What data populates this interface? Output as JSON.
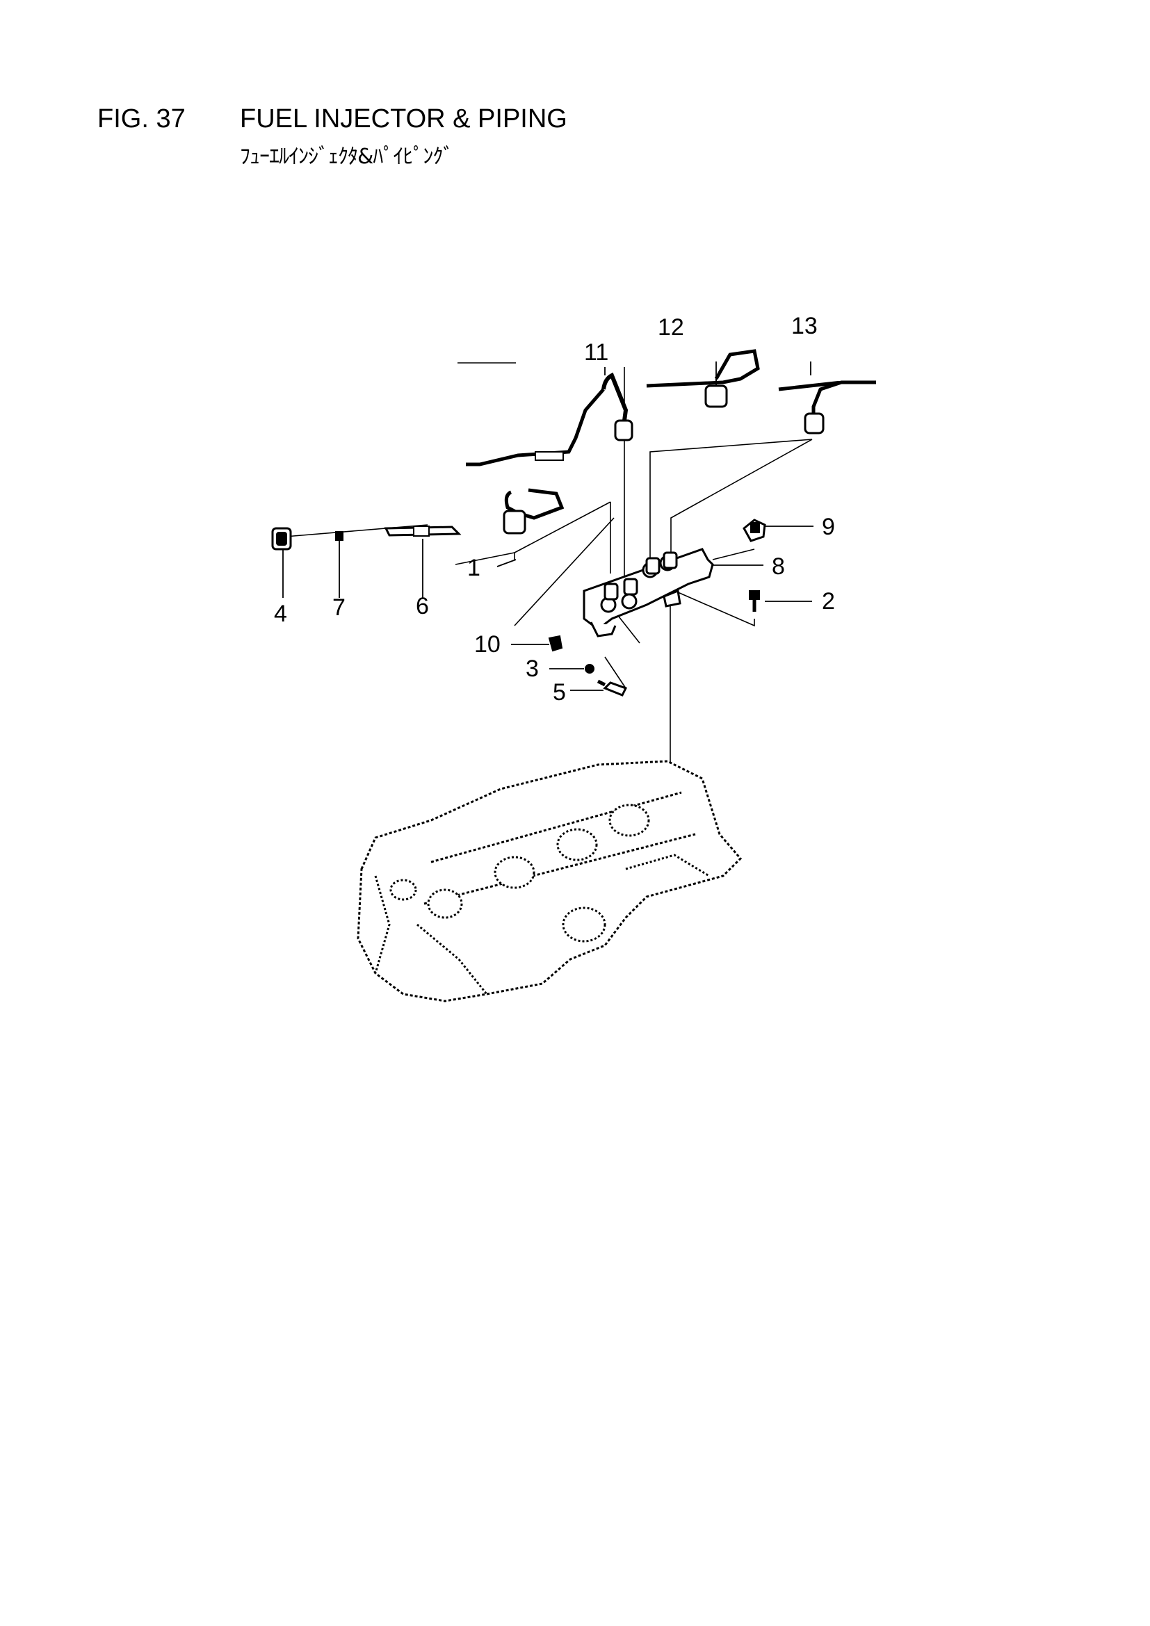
{
  "header": {
    "figure_number": "FIG. 37",
    "title": "FUEL INJECTOR & PIPING",
    "subtitle": "ﾌｭｰｴﾙｲﾝｼﾞｪｸﾀ&ﾊﾟｲﾋﾟﾝｸﾞ"
  },
  "callouts": {
    "c1": "1",
    "c2": "2",
    "c3": "3",
    "c4": "4",
    "c5": "5",
    "c6": "6",
    "c7": "7",
    "c8": "8",
    "c9": "9",
    "c10": "10",
    "c11": "11",
    "c12": "12",
    "c13": "13"
  },
  "colors": {
    "ink": "#000000",
    "paper": "#ffffff"
  }
}
